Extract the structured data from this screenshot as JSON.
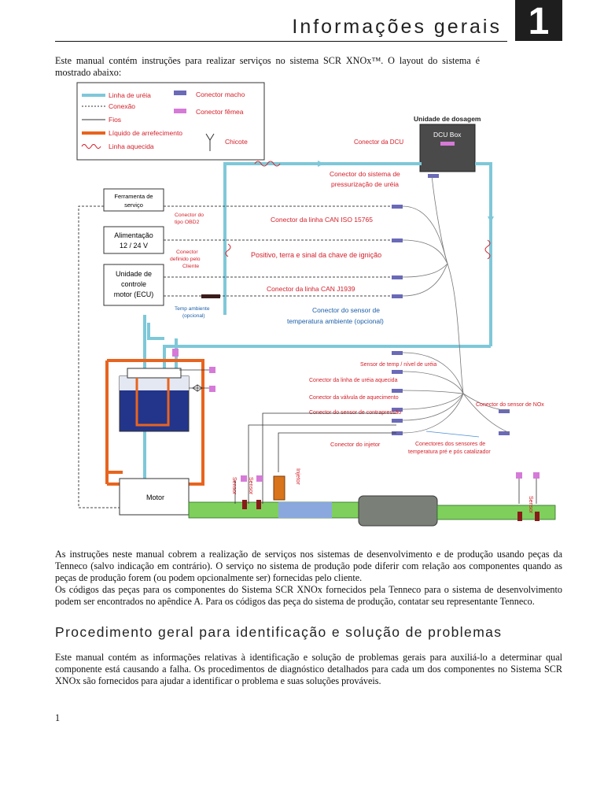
{
  "header": {
    "title": "Informações gerais",
    "chapter": "1"
  },
  "intro": "Este manual contém instruções para realizar serviços no sistema SCR XNOx™. O layout do sistema é mostrado abaixo:",
  "legend": {
    "urea_line": "Linha de uréia",
    "connection": "Conexão",
    "wires": "Fios",
    "coolant": "Líquido de arrefecimento",
    "heated_line": "Linha aquecida",
    "male_connector": "Conector macho",
    "female_connector": "Conector fêmea",
    "harness": "Chicote"
  },
  "diagram": {
    "dosing_unit": "Unidade de dosagem",
    "dcu_box": "DCU Box",
    "dcu_connector": "Conector da DCU",
    "urea_pressure_connector": [
      "Conector do sistema de",
      "pressurização de uréia"
    ],
    "service_tool": [
      "Ferramenta de",
      "serviço"
    ],
    "power": [
      "Alimentação",
      "12 / 24 V"
    ],
    "ecu": [
      "Unidade de",
      "controle",
      "motor (ECU)"
    ],
    "obd2": [
      "Conector do",
      "tipo OBD2"
    ],
    "client_connector": [
      "Conector",
      "definido pelo",
      "Cliente"
    ],
    "can_iso": "Conector da linha CAN ISO 15765",
    "ignition": "Positivo, terra e sinal da chave de ignição",
    "can_j1939": "Conector da linha CAN J1939",
    "ambient_temp_small": [
      "Temp ambiente",
      "(opcional)"
    ],
    "ambient_temp_sensor": [
      "Conector do sensor de",
      "temperatura ambiente (opcional)"
    ],
    "temp_level_sensor": "Sensor de temp / nível de uréia",
    "heated_urea_connector": "Conector da linha de uréia aquecida",
    "heating_valve_connector": "Conector da válvula de aquecimento",
    "backpressure_connector": "Conector do sensor de contrapressão",
    "nox_connector": "Conector do sensor de NOx",
    "injector_connector": "Conector do injetor",
    "temp_sensors_connectors": [
      "Conectores dos sensores de",
      "temperatura pré e pós catalizador"
    ],
    "motor": "Motor",
    "injector": "Injetor",
    "sensor": "Sensor"
  },
  "paragraph1": [
    "As instruções neste manual cobrem a realização de serviços nos sistemas de desenvolvimento e de produção usando peças da Tenneco (salvo indicação em contrário). O serviço no sistema de produção pode diferir com relação aos componentes quando as peças de produção forem (ou podem opcionalmente ser) fornecidas pelo cliente.",
    "Os códigos das peças para os componentes do Sistema SCR XNOx fornecidos pela Tenneco para o sistema de desenvolvimento podem ser encontrados no apêndice A. Para os códigos das peça do sistema de produção, contatar seu representante Tenneco."
  ],
  "section_title": "Procedimento geral para identificação e solução de problemas",
  "paragraph2": "Este manual contém as informações relativas à identificação e solução de problemas gerais para auxiliá-lo a determinar qual componente está causando a falha. Os procedimentos de diagnóstico detalhados para cada um dos componentes no Sistema SCR XNOx são fornecidos para ajudar a identificar o problema e suas soluções prováveis.",
  "page_number": "1",
  "colors": {
    "urea": "#7ec8d8",
    "coolant": "#e8641e",
    "label_red": "#d3202a",
    "label_blue": "#1b5fa8",
    "male": "#6a6ab8",
    "female": "#d67ad8"
  }
}
